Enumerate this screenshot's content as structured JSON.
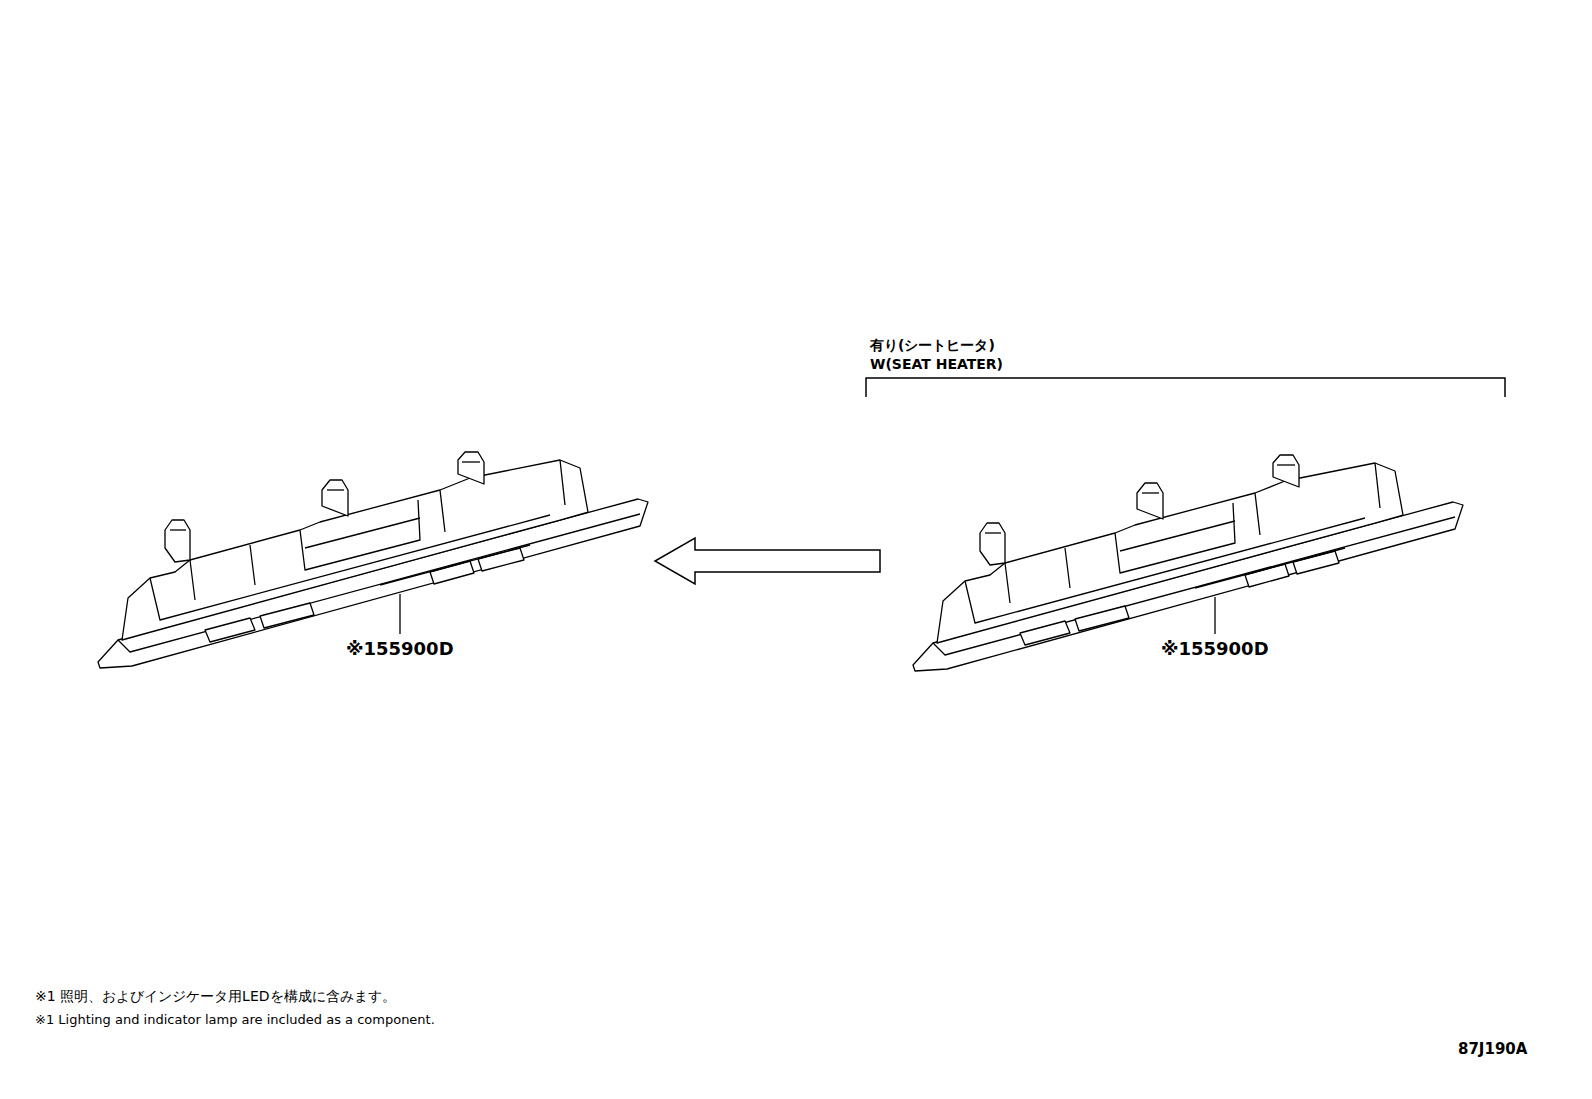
{
  "diagram": {
    "labels": [
      "有り(シートヒータ)",
      "W(SEAT HEATER)",
      "※155900D",
      "※155900D",
      "※1 照明、およびインジケータ用LEDを構成に含みます。",
      "※1 Lighting and indicator lamp are included as a component.",
      "87J190A"
    ]
  }
}
